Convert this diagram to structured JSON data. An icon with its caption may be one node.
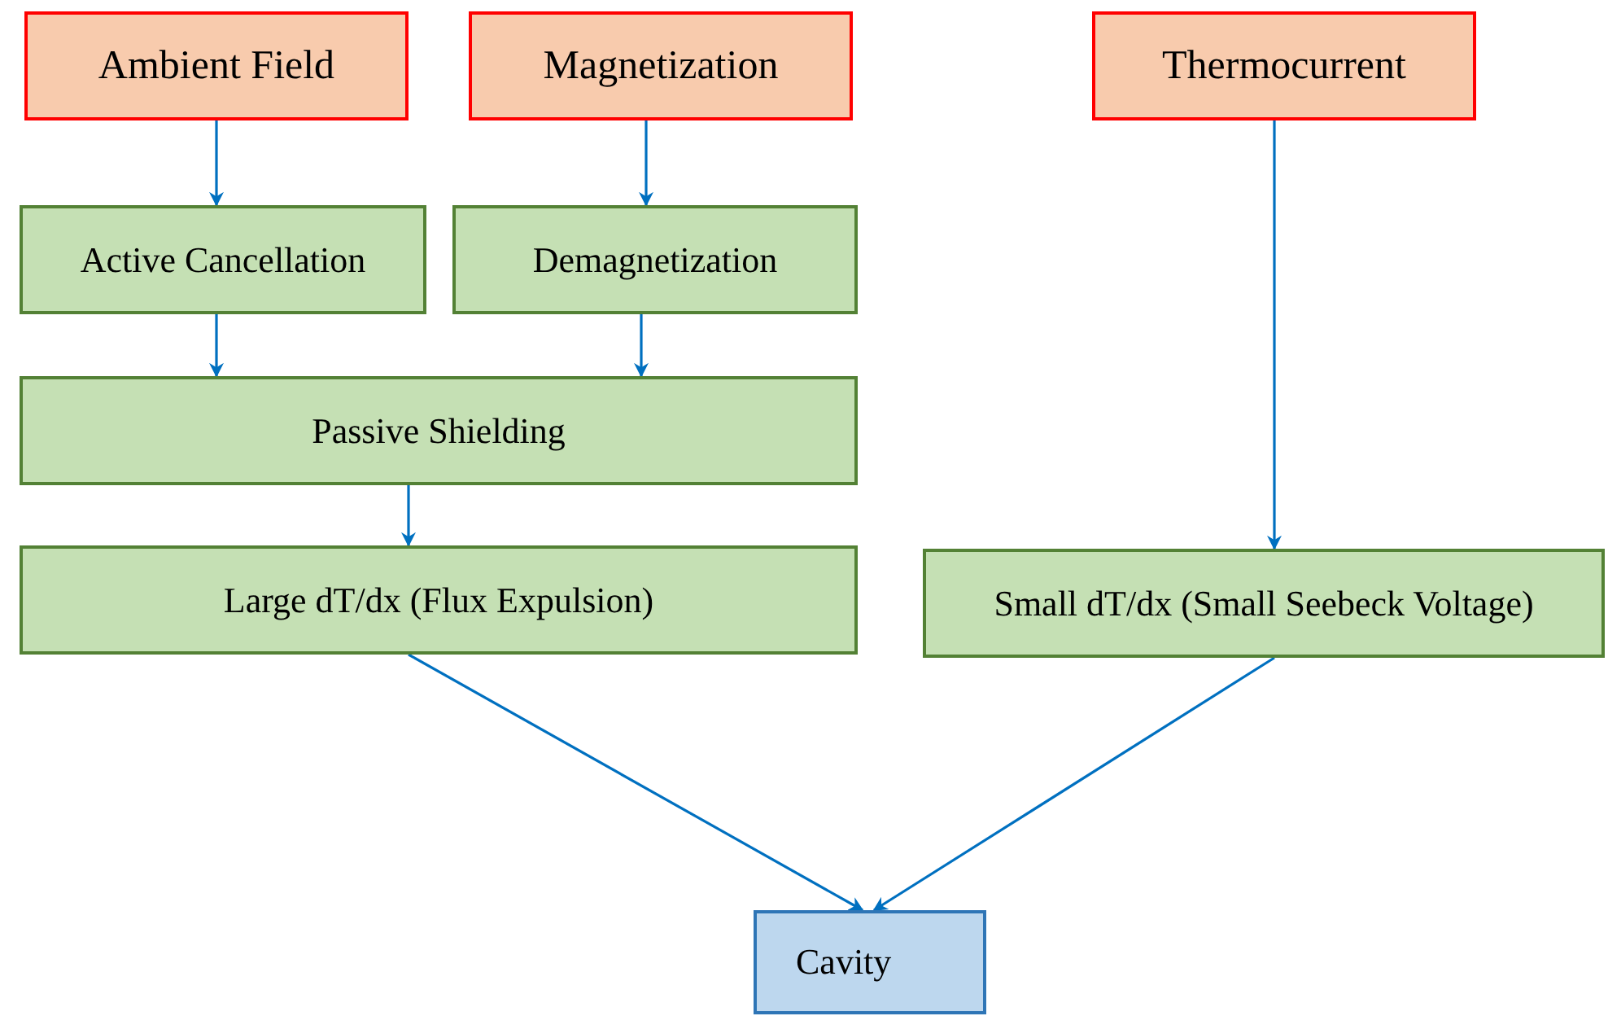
{
  "diagram": {
    "nodes": [
      {
        "text": [
          "Ambient Field"
        ]
      },
      {
        "text": [
          "Magnetization"
        ]
      },
      {
        "text": [
          "Thermocurrent"
        ]
      },
      {
        "text": [
          "Active Cancellation"
        ]
      },
      {
        "text": [
          "Demagnetization"
        ]
      },
      {
        "text": [
          "Passive Shielding"
        ]
      },
      {
        "text": [
          "Large dT/dx (Flux Expulsion)"
        ]
      },
      {
        "text": [
          "Small dT/dx (Small Seebeck Voltage)"
        ]
      },
      {
        "text": [
          "Cavity"
        ]
      }
    ],
    "edges": [
      {
        "from": 0,
        "to": 3,
        "arrow": "to"
      },
      {
        "from": 1,
        "to": 4,
        "arrow": "to"
      },
      {
        "from": 3,
        "to": 5,
        "arrow": "to"
      },
      {
        "from": 4,
        "to": 5,
        "arrow": "to"
      },
      {
        "from": 5,
        "to": 6,
        "arrow": "to"
      },
      {
        "from": 2,
        "to": 7,
        "arrow": "to"
      },
      {
        "from": 6,
        "to": 8,
        "arrow": "to"
      },
      {
        "from": 7,
        "to": 8,
        "arrow": "to"
      }
    ]
  }
}
